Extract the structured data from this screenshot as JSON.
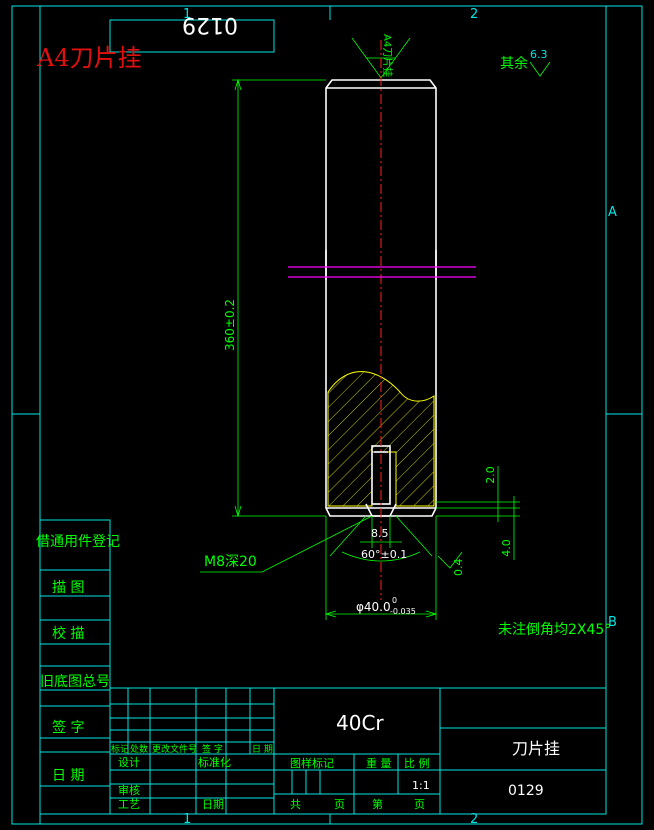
{
  "top_stamp": {
    "label": "A4刀片挂",
    "code_mirrored": "0129"
  },
  "zone_marks": {
    "top_1": "1",
    "top_2": "2",
    "bottom_1": "1",
    "bottom_2": "2",
    "right_a": "A",
    "right_b": "B"
  },
  "surface_finish": {
    "note": "其余",
    "roughness": "6.3",
    "top_label": "A4刀片挂"
  },
  "dimensions": {
    "length": "360±0.2",
    "chamfer_offset": "2.0",
    "base_offset": "4.0",
    "hole_width": "8.5",
    "cone_angle": "60°±0.1",
    "thread": "M8深20",
    "bottom_roughness": "0.4",
    "diameter": "φ40.0",
    "diameter_upper_tol": "0",
    "diameter_lower_tol": "-0.035"
  },
  "notes": {
    "chamfer": "未注倒角均2X45°"
  },
  "left_column": [
    "借通用件登记",
    "描 图",
    "校 描",
    "旧底图总号",
    "签 字",
    "日 期"
  ],
  "title_block": {
    "material": "40Cr",
    "part_name": "刀片挂",
    "drawing_no": "0129",
    "row_labels": [
      "标记",
      "处数",
      "更改文件号",
      "签 字",
      "日 期"
    ],
    "design": "设计",
    "standardize": "标准化",
    "review": "审核",
    "process": "工艺",
    "date": "日期",
    "stage_mark": "图样标记",
    "weight": "重 量",
    "scale": "比 例",
    "scale_value": "1:1",
    "total": "共",
    "sheet": "页",
    "page": "第",
    "page_suffix": "页"
  },
  "colors": {
    "frame": "#00e5e5",
    "part": "#ffffff",
    "dim": "#00ff00",
    "center": "#ff2020",
    "hatch": "#ffff00",
    "cut": "#ff00ff",
    "stamp": "#e01010"
  }
}
